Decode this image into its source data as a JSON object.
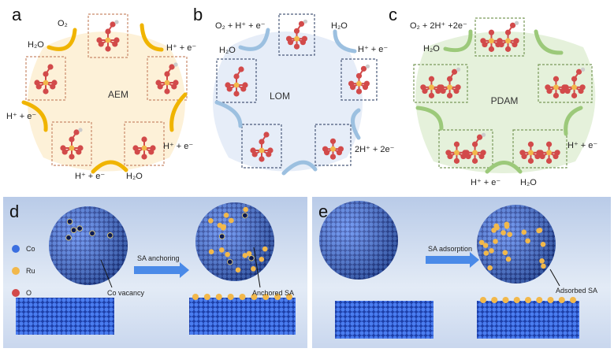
{
  "panel_a": {
    "letter": "a",
    "center": "AEM",
    "o2": "O₂",
    "h2o_top": "H₂O",
    "tr": "H⁺ + e⁻",
    "left": "H⁺ + e⁻",
    "right": "H⁺ + e⁻",
    "bottom": "H⁺ + e⁻",
    "h2o_bottom": "H₂O"
  },
  "panel_b": {
    "letter": "b",
    "center": "LOM",
    "top_left": "O₂ + H⁺ + e⁻",
    "h2o_left": "H₂O",
    "h2o_right": "H₂O",
    "tr": "H⁺ + e⁻",
    "br": "2H⁺ + 2e⁻"
  },
  "panel_c": {
    "letter": "c",
    "center": "PDAM",
    "top_left": "O₂ + 2H⁺ +2e⁻",
    "h2o_left": "H₂O",
    "right": "H⁺ + e⁻",
    "bottom": "H⁺ + e⁻",
    "h2o_bottom": "H₂O"
  },
  "panel_d": {
    "letter": "d",
    "legend": [
      "Co",
      "Ru",
      "O"
    ],
    "arrow": "SA anchoring",
    "vacancy": "Co vacancy",
    "anchored": "Anchored SA"
  },
  "panel_e": {
    "letter": "e",
    "arrow": "SA adsorption",
    "adsorbed": "Adsorbed SA"
  },
  "colors": {
    "co": "#3b6fe0",
    "ru": "#f2b84b",
    "o": "#d24a4a",
    "aem_arc": "#f0b400",
    "lom_arc": "#9cc0e0",
    "pdam_arc": "#9cc97a"
  }
}
